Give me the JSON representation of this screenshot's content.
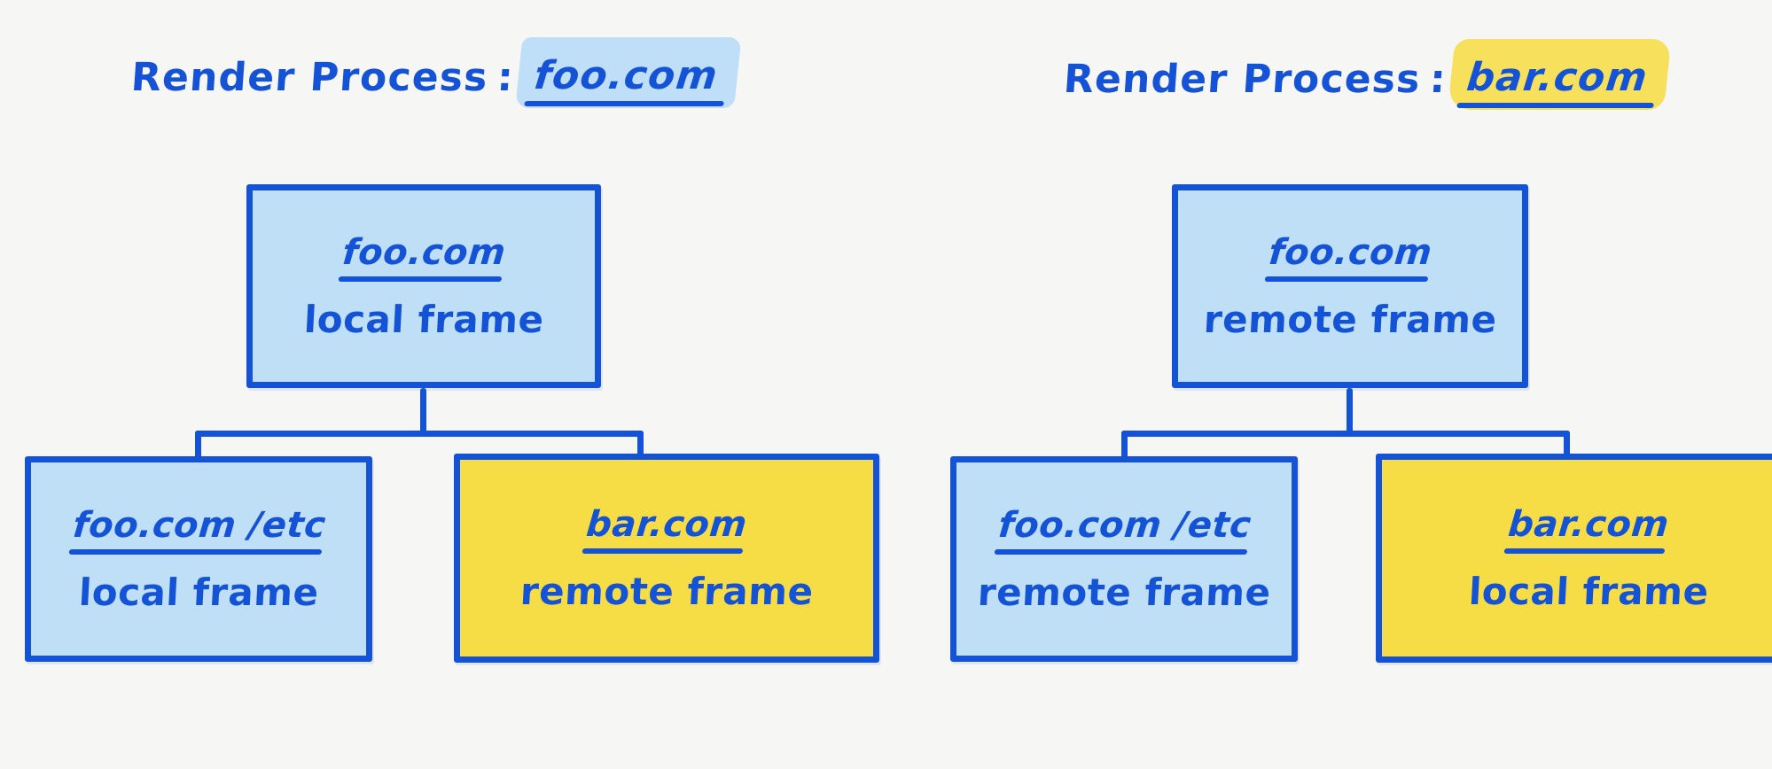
{
  "background_color": "#f6f6f5",
  "palette": {
    "ink": "#1452d6",
    "blue_fill": "#bfdff6",
    "yellow_fill": "#f6dc45",
    "blue_highlight": "#bedff7",
    "yellow_highlight": "#f7e15c"
  },
  "diagrams": [
    {
      "id": "left",
      "title": {
        "lead": "Render Process",
        "separator": ":",
        "domain": "foo.com",
        "highlight": "blue"
      },
      "root": {
        "url": "foo.com",
        "kind": "local frame",
        "fill": "blue"
      },
      "children": [
        {
          "url": "foo.com /etc",
          "kind": "local frame",
          "fill": "blue"
        },
        {
          "url": "bar.com",
          "kind": "remote frame",
          "fill": "yellow"
        }
      ]
    },
    {
      "id": "right",
      "title": {
        "lead": "Render Process",
        "separator": ":",
        "domain": "bar.com",
        "highlight": "yellow"
      },
      "root": {
        "url": "foo.com",
        "kind": "remote frame",
        "fill": "blue"
      },
      "children": [
        {
          "url": "foo.com /etc",
          "kind": "remote frame",
          "fill": "blue"
        },
        {
          "url": "bar.com",
          "kind": "local frame",
          "fill": "yellow"
        }
      ]
    }
  ]
}
